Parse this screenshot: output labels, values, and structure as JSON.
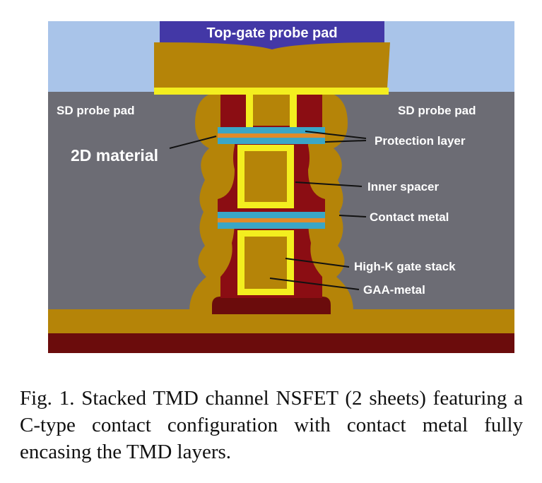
{
  "figure": {
    "labels": {
      "top_gate_pad": "Top-gate probe pad",
      "sd_pad_left": "SD probe pad",
      "sd_pad_right": "SD probe pad",
      "material_2d": "2D material",
      "protection_layer": "Protection layer",
      "inner_spacer": "Inner spacer",
      "contact_metal": "Contact metal",
      "high_k": "High-K gate stack",
      "gaa_metal": "GAA-metal"
    },
    "colors": {
      "sky": "#a9c4e9",
      "probe_pad": "#4338a6",
      "substrate": "#5a3ee0",
      "bulk": "#6b0c0c",
      "oxide": "#6c6c74",
      "gate_metal": "#b58408",
      "high_k": "#f3ee1f",
      "spacer": "#8b0d13",
      "tmd": "#3aa6c6",
      "protection": "#e08a2a",
      "leader": "#111111"
    }
  },
  "caption": "Fig. 1. Stacked TMD channel NSFET (2 sheets) featuring a C-type contact configuration with contact metal fully encasing the TMD layers."
}
